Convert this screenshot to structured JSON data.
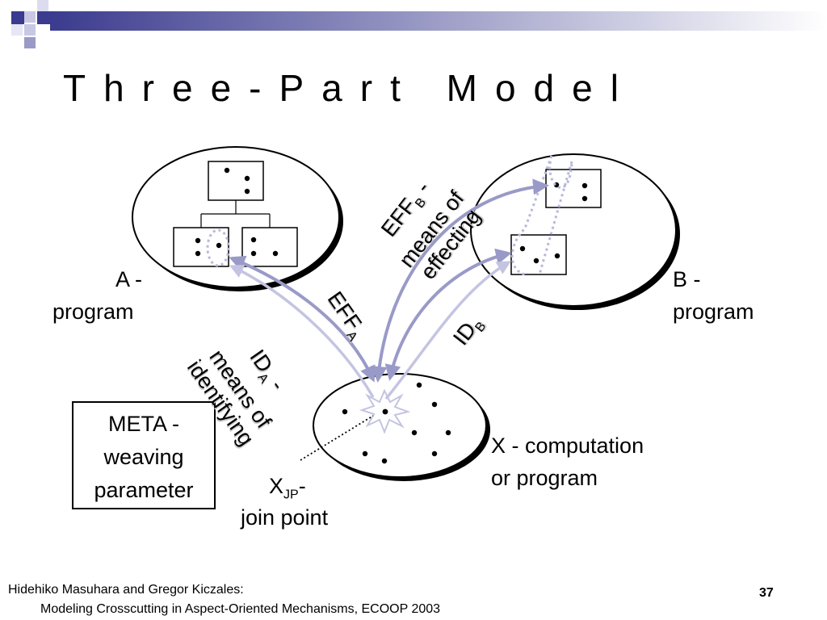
{
  "slide": {
    "title": "Three-Part Model",
    "page_number": "37"
  },
  "footer": {
    "line1": "Hidehiko Masuhara and Gregor Kiczales:",
    "line2": "Modeling Crosscutting in Aspect-Oriented Mechanisms, ECOOP 2003"
  },
  "labels": {
    "a_program_line1": "A -",
    "a_program_line2": "program",
    "b_program_line1": "B -",
    "b_program_line2": "program",
    "x_line1": "X - computation",
    "x_line2": "or program",
    "xjp_main": "X",
    "xjp_sub": "JP",
    "xjp_dash": "-",
    "xjp_line2": "join point",
    "meta_line1": "META -",
    "meta_line2": "weaving",
    "meta_line3": "parameter"
  },
  "rotated_labels": {
    "eff_b_main": "EFF",
    "eff_b_sub": "B",
    "eff_b_dash": " -",
    "eff_b_line2": "means of",
    "eff_b_line3": "effecting",
    "eff_a_main": "EFF",
    "eff_a_sub": "A",
    "id_a_main": "ID",
    "id_a_sub": "A",
    "id_a_dash": " -",
    "id_a_line2": "means of",
    "id_a_line3": "identifying",
    "id_b_main": "ID",
    "id_b_sub": "B"
  },
  "colors": {
    "arrow_dark": "#9a9ac8",
    "arrow_light": "#c4c4e2",
    "dotted": "#b8b8dc",
    "header_blue": "#3b3b8f"
  }
}
